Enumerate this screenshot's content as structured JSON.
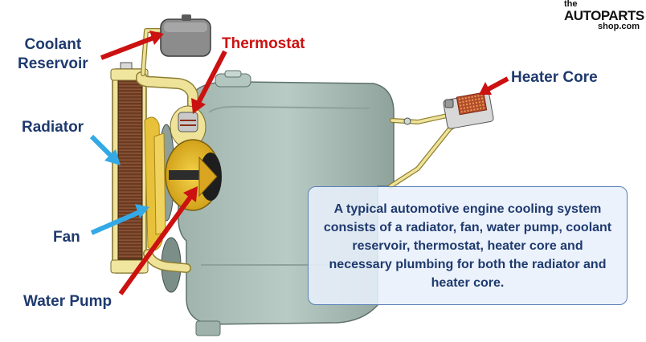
{
  "labels": {
    "coolant_reservoir_line1": "Coolant",
    "coolant_reservoir_line2": "Reservoir",
    "thermostat": "Thermostat",
    "heater_core": "Heater Core",
    "radiator": "Radiator",
    "fan": "Fan",
    "water_pump": "Water Pump"
  },
  "info_box": {
    "text": "A typical automotive engine cooling system consists of a radiator, fan, water pump, coolant reservoir, thermostat, heater core and necessary plumbing for both the radiator and heater core."
  },
  "logo": {
    "the": "the",
    "main": "AUTOPARTS",
    "sub": "shop.com"
  },
  "colors": {
    "label_blue": "#1f3a6e",
    "label_red": "#cc1111",
    "arrow_red": "#cc1111",
    "arrow_blue": "#33a9e6",
    "engine": "#a9bdb6",
    "radiator_core": "#6b3a22",
    "coolant_yellow": "#efe39a",
    "fan_yellow": "#e7c13a"
  }
}
